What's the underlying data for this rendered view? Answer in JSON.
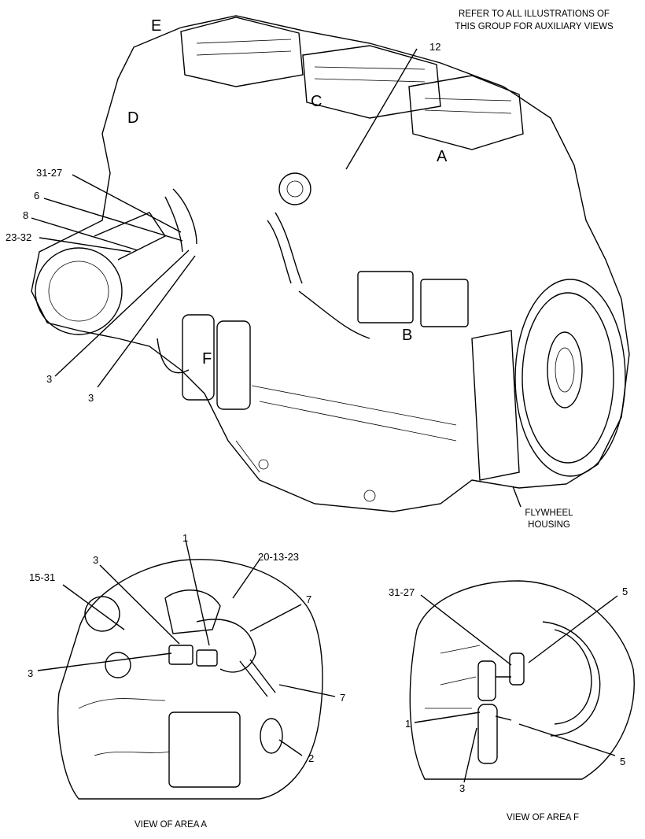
{
  "header_note": {
    "line1": "REFER TO ALL ILLUSTRATIONS OF",
    "line2": "THIS GROUP FOR AUXILIARY VIEWS"
  },
  "area_letters": {
    "a": "A",
    "b": "B",
    "c": "C",
    "d": "D",
    "e": "E",
    "f": "F"
  },
  "main_callouts": {
    "n12": "12",
    "n31_27": "31-27",
    "n6": "6",
    "n8": "8",
    "n23_32": "23-32",
    "n3_upper": "3",
    "n3_lower": "3"
  },
  "flywheel_label": {
    "line1": "FLYWHEEL",
    "line2": "HOUSING"
  },
  "view_a": {
    "caption": "VIEW OF AREA  A",
    "callouts": {
      "n1": "1",
      "n3_top": "3",
      "n20_13_23": "20-13-23",
      "n15_31": "15-31",
      "n7_top": "7",
      "n3_left": "3",
      "n7_right": "7",
      "n2": "2"
    }
  },
  "view_f": {
    "caption": "VIEW OF AREA  F",
    "callouts": {
      "n31_27": "31-27",
      "n5_top": "5",
      "n1": "1",
      "n5_bottom": "5",
      "n3": "3"
    }
  }
}
